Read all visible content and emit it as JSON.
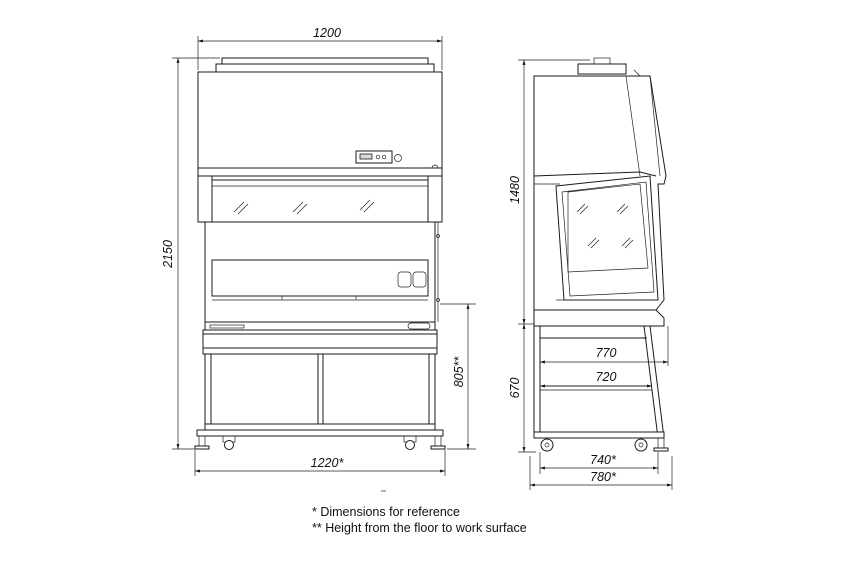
{
  "dimensions": {
    "front_width": "1200",
    "front_total_height": "2150",
    "front_base_width": "1220*",
    "front_work_surface_height": "805**",
    "side_upper_height": "1480",
    "side_stand_height": "670",
    "side_depth_1": "770",
    "side_depth_2": "720",
    "side_depth_3": "740*",
    "side_depth_4": "780*"
  },
  "notes": {
    "reference": "* Dimensions for reference",
    "floor_height": "** Height from the floor to work surface"
  }
}
